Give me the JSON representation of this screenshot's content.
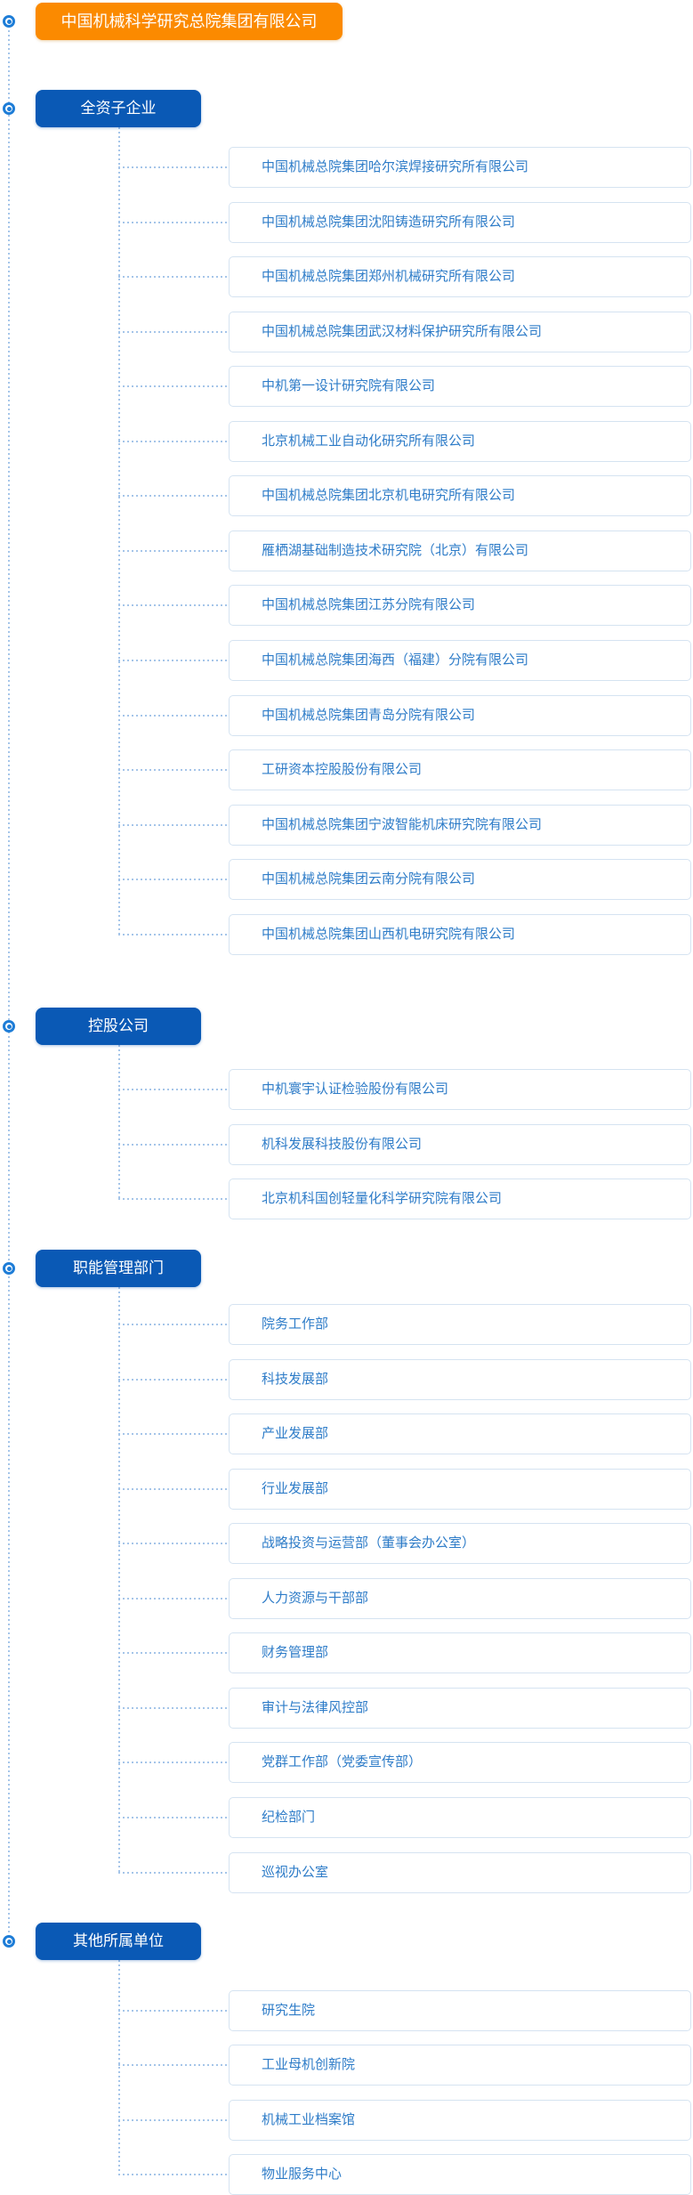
{
  "root": {
    "label": "中国机械科学研究总院集团有限公司"
  },
  "colors": {
    "root_bg": "#FB8A00",
    "section_bg": "#0A59B5",
    "item_text": "#2E7CC8",
    "item_border": "#D5E3F1",
    "connector": "#A5C5E9",
    "bullet": "#1E7DD7"
  },
  "sections": [
    {
      "label": "全资子企业",
      "items": [
        "中国机械总院集团哈尔滨焊接研究所有限公司",
        "中国机械总院集团沈阳铸造研究所有限公司",
        "中国机械总院集团郑州机械研究所有限公司",
        "中国机械总院集团武汉材料保护研究所有限公司",
        "中机第一设计研究院有限公司",
        "北京机械工业自动化研究所有限公司",
        "中国机械总院集团北京机电研究所有限公司",
        "雁栖湖基础制造技术研究院（北京）有限公司",
        "中国机械总院集团江苏分院有限公司",
        "中国机械总院集团海西（福建）分院有限公司",
        "中国机械总院集团青岛分院有限公司",
        "工研资本控股股份有限公司",
        "中国机械总院集团宁波智能机床研究院有限公司",
        "中国机械总院集团云南分院有限公司",
        "中国机械总院集团山西机电研究院有限公司"
      ]
    },
    {
      "label": "控股公司",
      "items": [
        "中机寰宇认证检验股份有限公司",
        "机科发展科技股份有限公司",
        "北京机科国创轻量化科学研究院有限公司"
      ]
    },
    {
      "label": "职能管理部门",
      "items": [
        "院务工作部",
        "科技发展部",
        "产业发展部",
        "行业发展部",
        "战略投资与运营部（董事会办公室）",
        "人力资源与干部部",
        "财务管理部",
        "审计与法律风控部",
        "党群工作部（党委宣传部）",
        "纪检部门",
        "巡视办公室"
      ]
    },
    {
      "label": "其他所属单位",
      "items": [
        "研究生院",
        "工业母机创新院",
        "机械工业档案馆",
        "物业服务中心"
      ]
    }
  ]
}
